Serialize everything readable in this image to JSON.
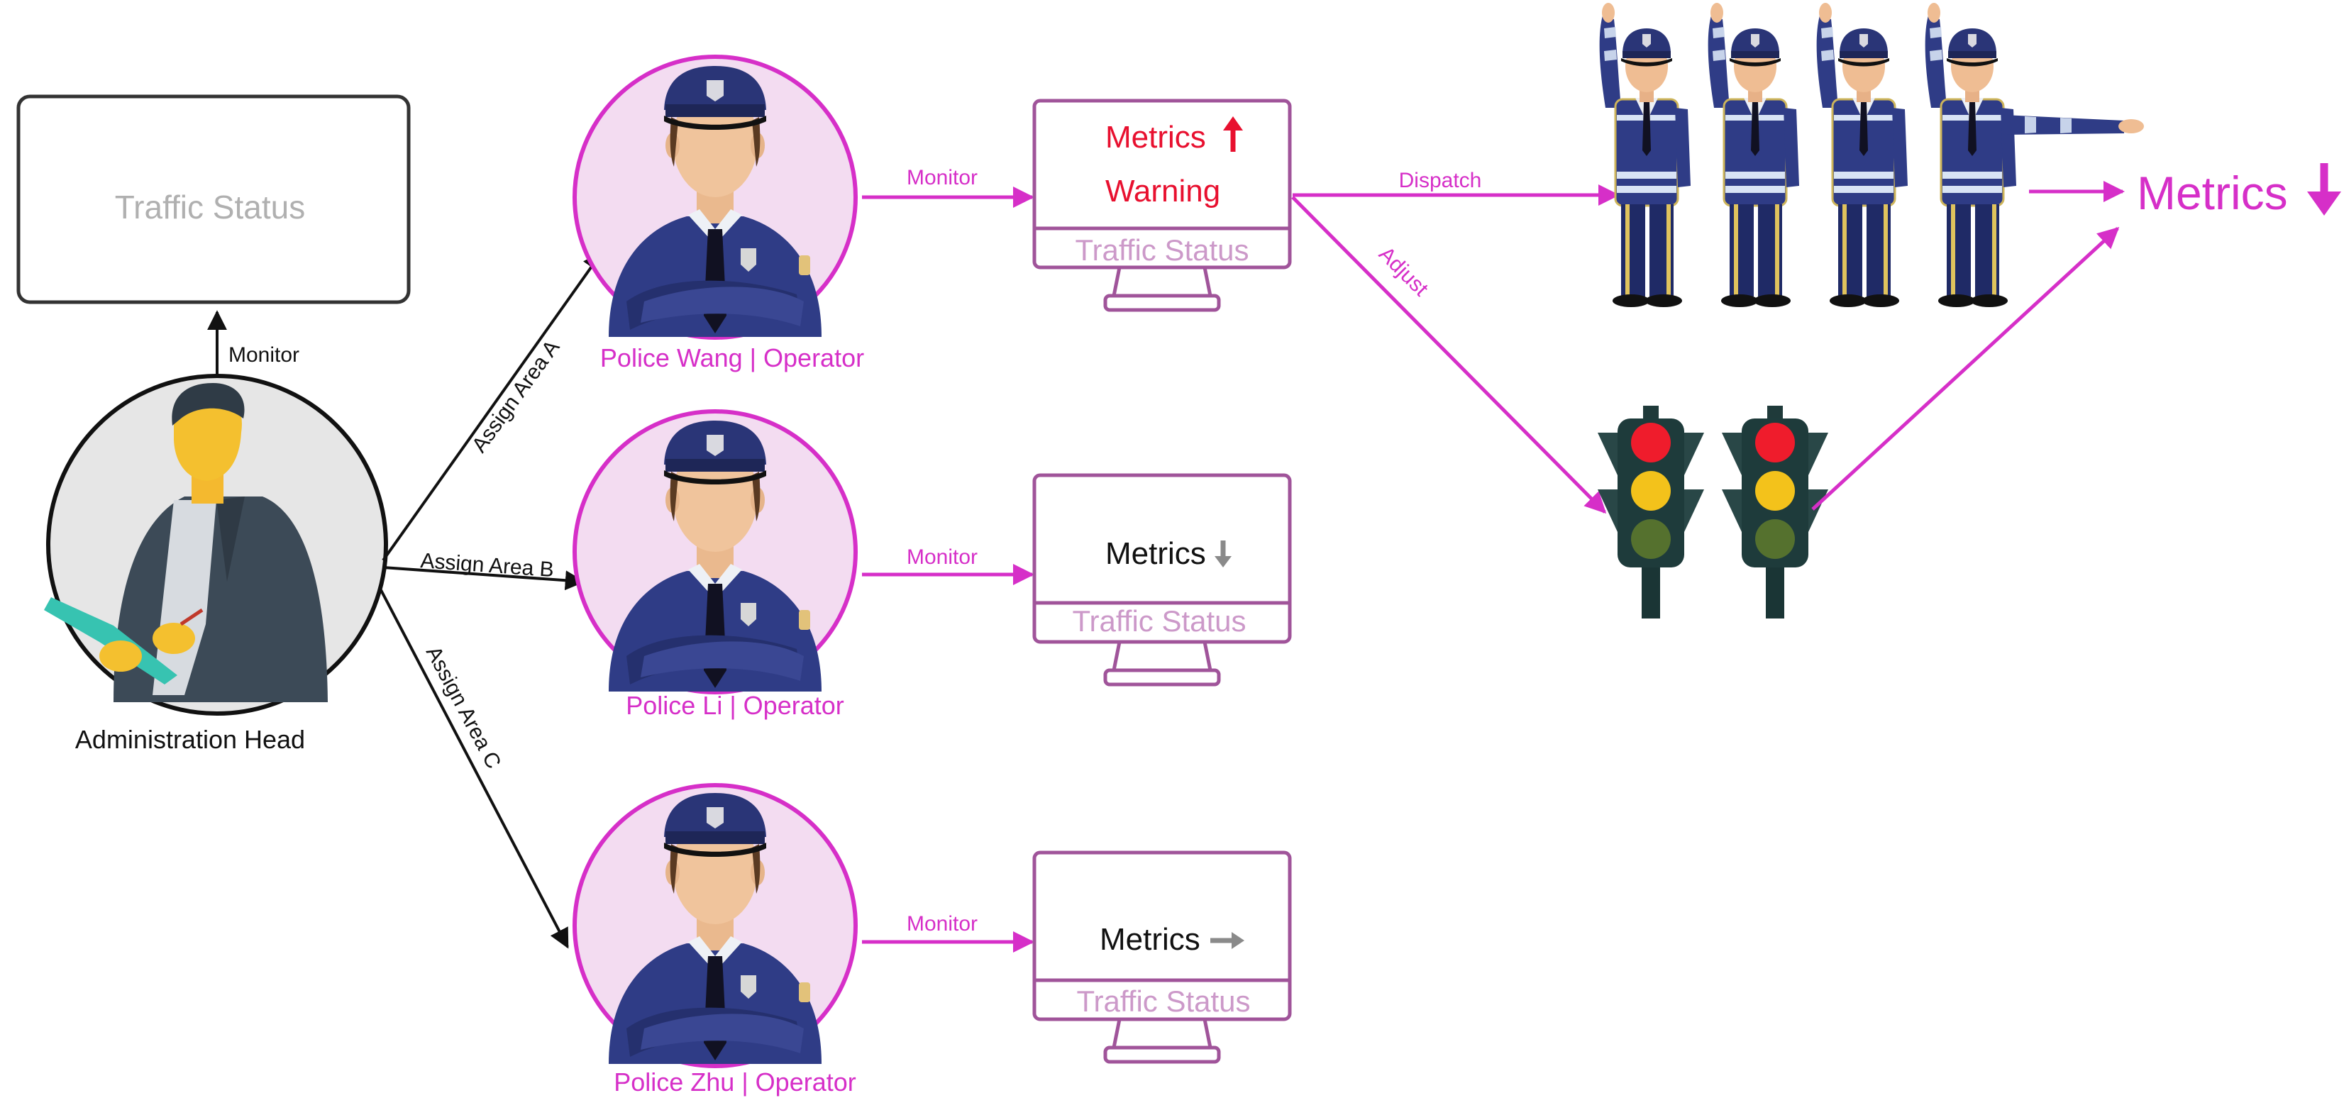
{
  "colors": {
    "accent": "#d62fc8",
    "accent_light": "#f3dcf1",
    "monitor_border": "#a0549a",
    "warning": "#e8102f",
    "black": "#111111",
    "gray": "#8a8a8a",
    "light_gray_text": "#b0b0b0"
  },
  "admin": {
    "name": "Administration Head",
    "monitor_label": "Monitor",
    "screen_label": "Traffic Status"
  },
  "assignments": [
    {
      "label": "Assign Area A"
    },
    {
      "label": "Assign Area B"
    },
    {
      "label": "Assign Area C"
    }
  ],
  "officers": [
    {
      "name": "Police Wang | Operator",
      "link_label": "Monitor",
      "screen_label": "Traffic Status",
      "metric_text": "Metrics",
      "metric_trend": "up",
      "metric_icon": "arrow-up-icon",
      "warning_text": "Warning"
    },
    {
      "name": "Police Li | Operator",
      "link_label": "Monitor",
      "screen_label": "Traffic Status",
      "metric_text": "Metrics",
      "metric_trend": "down",
      "metric_icon": "arrow-down-icon"
    },
    {
      "name": "Police Zhu | Operator",
      "link_label": "Monitor",
      "screen_label": "Traffic Status",
      "metric_text": "Metrics",
      "metric_trend": "flat",
      "metric_icon": "arrow-right-icon"
    }
  ],
  "actions": {
    "dispatch_label": "Dispatch",
    "adjust_label": "Adjust",
    "result_text": "Metrics",
    "result_trend": "down",
    "result_icon": "arrow-down-icon"
  },
  "icons": {
    "officer_avatar": "police-officer-icon",
    "admin_avatar": "businessman-icon",
    "traffic_police": "traffic-police-icon",
    "traffic_light": "traffic-light-icon",
    "monitor": "computer-monitor-icon"
  }
}
